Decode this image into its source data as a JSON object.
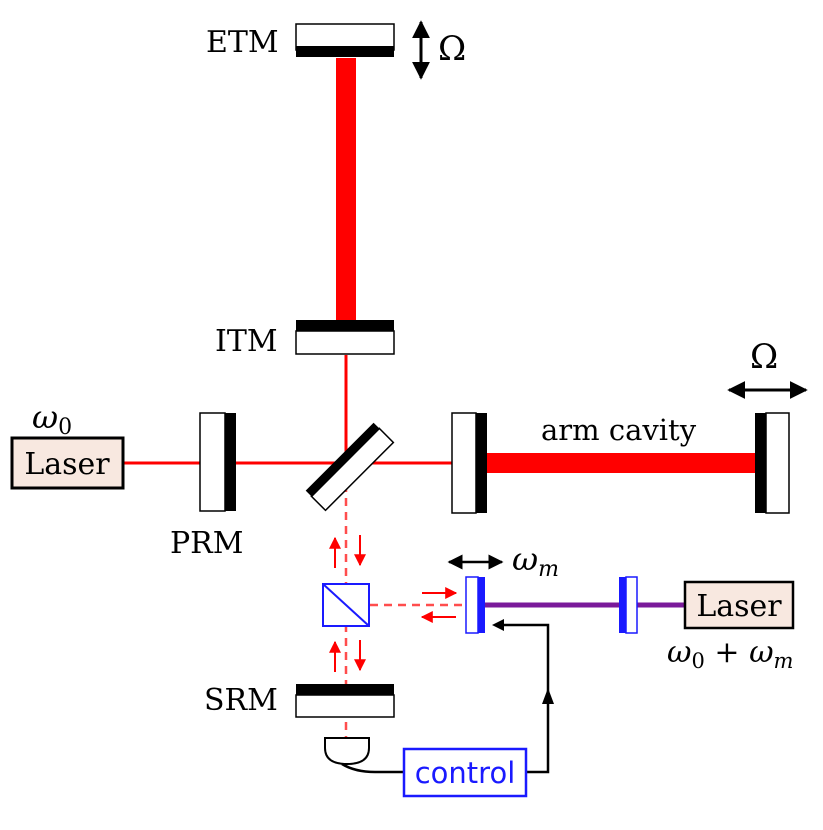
{
  "labels": {
    "etm": "ETM",
    "itm": "ITM",
    "prm": "PRM",
    "srm": "SRM",
    "arm_cavity": "arm cavity",
    "laser_main": "Laser",
    "laser_aux": "Laser",
    "control": "control"
  },
  "symbols": {
    "omega_top": "Ω",
    "omega_right": "Ω",
    "omega0": "ω",
    "omega0_sub": "0",
    "omega_m": "ω",
    "omega_m_sub": "m",
    "aux_freq_a": "ω",
    "aux_freq_a_sub": "0",
    "aux_freq_plus": " + ",
    "aux_freq_b": "ω",
    "aux_freq_b_sub": "m"
  },
  "colors": {
    "beam_red": "#ff0000",
    "beam_dashed": "#ff4d4d",
    "aux_blue": "#1a1aff",
    "aux_beam_purple": "#7a1a9a",
    "laser_box_fill": "#f8e8e0",
    "mirror_black": "#000000"
  }
}
